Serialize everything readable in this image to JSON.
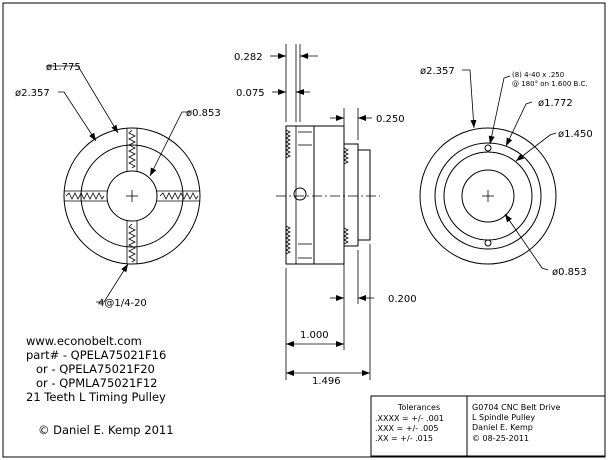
{
  "left_view": {
    "dia_1775": "ø1.775",
    "dia_2357": "ø2.357",
    "dia_0853": "ø0.853",
    "thread": "4@1/4-20"
  },
  "side_view": {
    "d_0282": "0.282",
    "d_0075": "0.075",
    "d_0250": "0.250",
    "d_0200": "0.200",
    "d_1000": "1.000",
    "d_1496": "1.496"
  },
  "right_view": {
    "dia_2357": "ø2.357",
    "holes_note_1": "(8) 4-40 x .250",
    "holes_note_2": "@ 180° on 1.600 B.C.",
    "dia_1772": "ø1.772",
    "dia_1450": "ø1.450",
    "dia_0853": "ø0.853"
  },
  "info": {
    "website": "www.econobelt.com",
    "part_line": "part# - QPELA75021F16",
    "or_line_1": "or  - QPELA75021F20",
    "or_line_2": "or  - QPMLA75021F12",
    "teeth": "21 Teeth L Timing Pulley",
    "copyright": "© Daniel E. Kemp 2011"
  },
  "tolerances": {
    "title": "Tolerances",
    "rows": [
      ".XXXX = +/- .001",
      ".XXX  = +/- .005",
      ".XX   = +/- .015"
    ]
  },
  "title_block": {
    "line1": "G0704 CNC Belt Drive",
    "line2": "L Spindle Pulley",
    "line3": "Daniel E. Kemp",
    "line4": "© 08-25-2011"
  }
}
